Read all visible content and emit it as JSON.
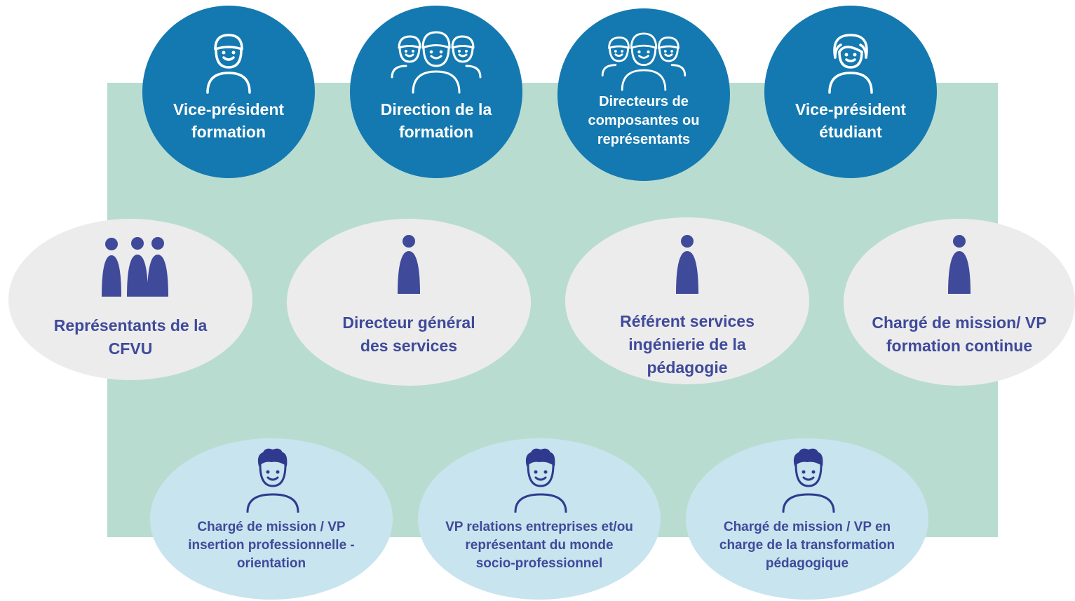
{
  "colors": {
    "panel": "#b9dcd1",
    "top_circle": "#1479b0",
    "mid_ellipse": "#ececec",
    "bottom_ellipse": "#c8e4ee",
    "figure_purple": "#3f4a9a",
    "head_dark": "#2f3a8f"
  },
  "top_row": [
    {
      "label": "Vice-président\nformation",
      "icon": "single-person-icon"
    },
    {
      "label": "Direction de la\nformation",
      "icon": "group-people-icon"
    },
    {
      "label": "Directeurs de\ncomposantes ou\nreprésentants",
      "icon": "group-people-icon"
    },
    {
      "label": "Vice-président\nétudiant",
      "icon": "student-person-icon"
    }
  ],
  "middle_row": [
    {
      "label": "Représentants de la\nCFVU",
      "icon": "three-figures-icon"
    },
    {
      "label": "Directeur général\ndes services",
      "icon": "figure-icon"
    },
    {
      "label": "Référent services\ningénierie de la\npédagogie",
      "icon": "figure-icon"
    },
    {
      "label": "Chargé de mission/ VP\nformation continue",
      "icon": "figure-icon"
    }
  ],
  "bottom_row": [
    {
      "label": "Chargé de mission / VP\ninsertion professionnelle -\norientation",
      "icon": "curly-hair-person-icon"
    },
    {
      "label": "VP relations entreprises et/ou\nreprésentant du monde\nsocio-professionnel",
      "icon": "curly-hair-person-icon"
    },
    {
      "label": "Chargé de mission / VP en\ncharge de la transformation\npédagogique",
      "icon": "curly-hair-person-icon"
    }
  ]
}
